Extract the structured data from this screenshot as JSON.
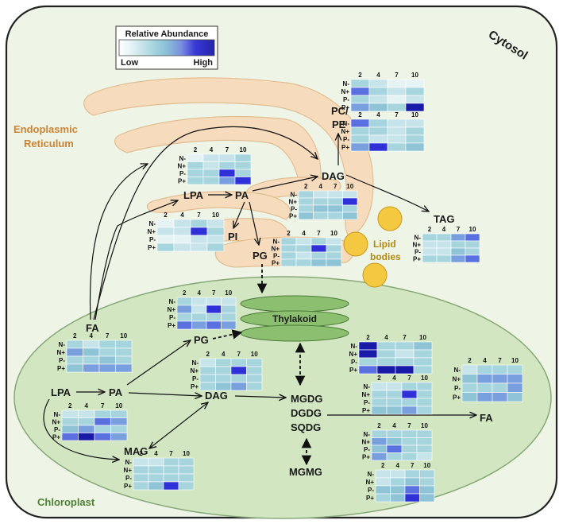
{
  "compartments": {
    "cytosol": "Cytosol",
    "er": [
      "Endoplasmic",
      "Reticulum"
    ],
    "chloroplast": "Chloroplast",
    "lipid_bodies": [
      "Lipid",
      "bodies"
    ],
    "thylakoid": "Thylakoid"
  },
  "legend": {
    "title": "Relative Abundance",
    "low": "Low",
    "high": "High",
    "gradient": [
      "#ffffff",
      "#e6f3f5",
      "#c6e4ea",
      "#a7d5de",
      "#8fc3d6",
      "#7a9fdf",
      "#5a6fe0",
      "#3030d8",
      "#1a1aa8"
    ]
  },
  "metabolites": {
    "fa_cyto": "FA",
    "lpa_er": "LPA",
    "pa_er": "PA",
    "pi_er": "PI",
    "pg_er": "PG",
    "dag_er": "DAG",
    "pcpe_1": "PC/",
    "pcpe_2": "PE",
    "tag": "TAG",
    "pg_chl": "PG",
    "lpa_chl": "LPA",
    "pa_chl": "PA",
    "dag_chl": "DAG",
    "mag_chl": "MAG",
    "mgdg": "MGDG",
    "dgdg": "DGDG",
    "sqdg": "SQDG",
    "mgmg": "MGMG",
    "fa_out": "FA"
  },
  "heatmap_cols": [
    "2",
    "4",
    "7",
    "10"
  ],
  "heatmap_rows": [
    "N-",
    "N+",
    "P-",
    "P+"
  ],
  "heatmaps": [
    {
      "id": "pcpe-a",
      "levels": [
        [
          3,
          2,
          1,
          1
        ],
        [
          6,
          3,
          2,
          3
        ],
        [
          3,
          2,
          1,
          2
        ],
        [
          5,
          4,
          3,
          8
        ]
      ]
    },
    {
      "id": "pcpe-b",
      "levels": [
        [
          6,
          3,
          2,
          2
        ],
        [
          3,
          3,
          2,
          3
        ],
        [
          3,
          2,
          2,
          3
        ],
        [
          5,
          7,
          3,
          4
        ]
      ]
    },
    {
      "id": "lpa-er",
      "levels": [
        [
          1,
          2,
          2,
          3
        ],
        [
          3,
          2,
          3,
          3
        ],
        [
          3,
          3,
          7,
          3
        ],
        [
          3,
          3,
          5,
          7
        ]
      ]
    },
    {
      "id": "dag-er",
      "levels": [
        [
          3,
          2,
          2,
          2
        ],
        [
          3,
          3,
          3,
          7
        ],
        [
          3,
          4,
          4,
          3
        ],
        [
          4,
          3,
          3,
          4
        ]
      ]
    },
    {
      "id": "pi-er",
      "levels": [
        [
          1,
          2,
          3,
          2
        ],
        [
          2,
          2,
          7,
          3
        ],
        [
          1,
          1,
          2,
          2
        ],
        [
          3,
          2,
          2,
          3
        ]
      ]
    },
    {
      "id": "pg-er",
      "levels": [
        [
          3,
          2,
          3,
          2
        ],
        [
          3,
          3,
          7,
          3
        ],
        [
          3,
          2,
          3,
          3
        ],
        [
          3,
          3,
          4,
          4
        ]
      ]
    },
    {
      "id": "tag",
      "levels": [
        [
          3,
          3,
          5,
          6
        ],
        [
          2,
          2,
          3,
          3
        ],
        [
          2,
          2,
          4,
          3
        ],
        [
          3,
          3,
          5,
          6
        ]
      ]
    },
    {
      "id": "pg-chl",
      "levels": [
        [
          3,
          2,
          2,
          2
        ],
        [
          5,
          2,
          7,
          3
        ],
        [
          3,
          3,
          3,
          3
        ],
        [
          6,
          5,
          6,
          5
        ]
      ]
    },
    {
      "id": "fa-chl",
      "levels": [
        [
          3,
          2,
          3,
          3
        ],
        [
          5,
          4,
          3,
          3
        ],
        [
          3,
          3,
          4,
          3
        ],
        [
          4,
          5,
          5,
          5
        ]
      ]
    },
    {
      "id": "dag-chl",
      "levels": [
        [
          2,
          3,
          3,
          3
        ],
        [
          3,
          3,
          7,
          3
        ],
        [
          3,
          3,
          3,
          3
        ],
        [
          3,
          4,
          5,
          3
        ]
      ]
    },
    {
      "id": "pa-chl",
      "levels": [
        [
          2,
          2,
          3,
          3
        ],
        [
          3,
          3,
          6,
          5
        ],
        [
          4,
          5,
          3,
          3
        ],
        [
          6,
          8,
          6,
          5
        ]
      ]
    },
    {
      "id": "mag-chl",
      "levels": [
        [
          2,
          2,
          3,
          3
        ],
        [
          3,
          3,
          3,
          3
        ],
        [
          3,
          3,
          3,
          3
        ],
        [
          3,
          4,
          7,
          3
        ]
      ]
    },
    {
      "id": "mgdg",
      "levels": [
        [
          8,
          3,
          3,
          4
        ],
        [
          8,
          3,
          2,
          3
        ],
        [
          3,
          3,
          3,
          3
        ],
        [
          6,
          8,
          8,
          3
        ]
      ]
    },
    {
      "id": "dgdg",
      "levels": [
        [
          2,
          2,
          3,
          3
        ],
        [
          3,
          3,
          7,
          3
        ],
        [
          3,
          3,
          3,
          3
        ],
        [
          4,
          4,
          5,
          3
        ]
      ]
    },
    {
      "id": "sqdg",
      "levels": [
        [
          3,
          3,
          3,
          3
        ],
        [
          5,
          4,
          3,
          3
        ],
        [
          4,
          6,
          3,
          3
        ],
        [
          5,
          3,
          3,
          2
        ]
      ]
    },
    {
      "id": "mgmg",
      "levels": [
        [
          2,
          2,
          3,
          3
        ],
        [
          2,
          3,
          4,
          3
        ],
        [
          4,
          4,
          6,
          4
        ],
        [
          3,
          4,
          7,
          4
        ]
      ]
    },
    {
      "id": "fa-out",
      "levels": [
        [
          2,
          3,
          3,
          3
        ],
        [
          4,
          5,
          5,
          5
        ],
        [
          3,
          3,
          3,
          5
        ],
        [
          4,
          5,
          5,
          4
        ]
      ]
    }
  ]
}
